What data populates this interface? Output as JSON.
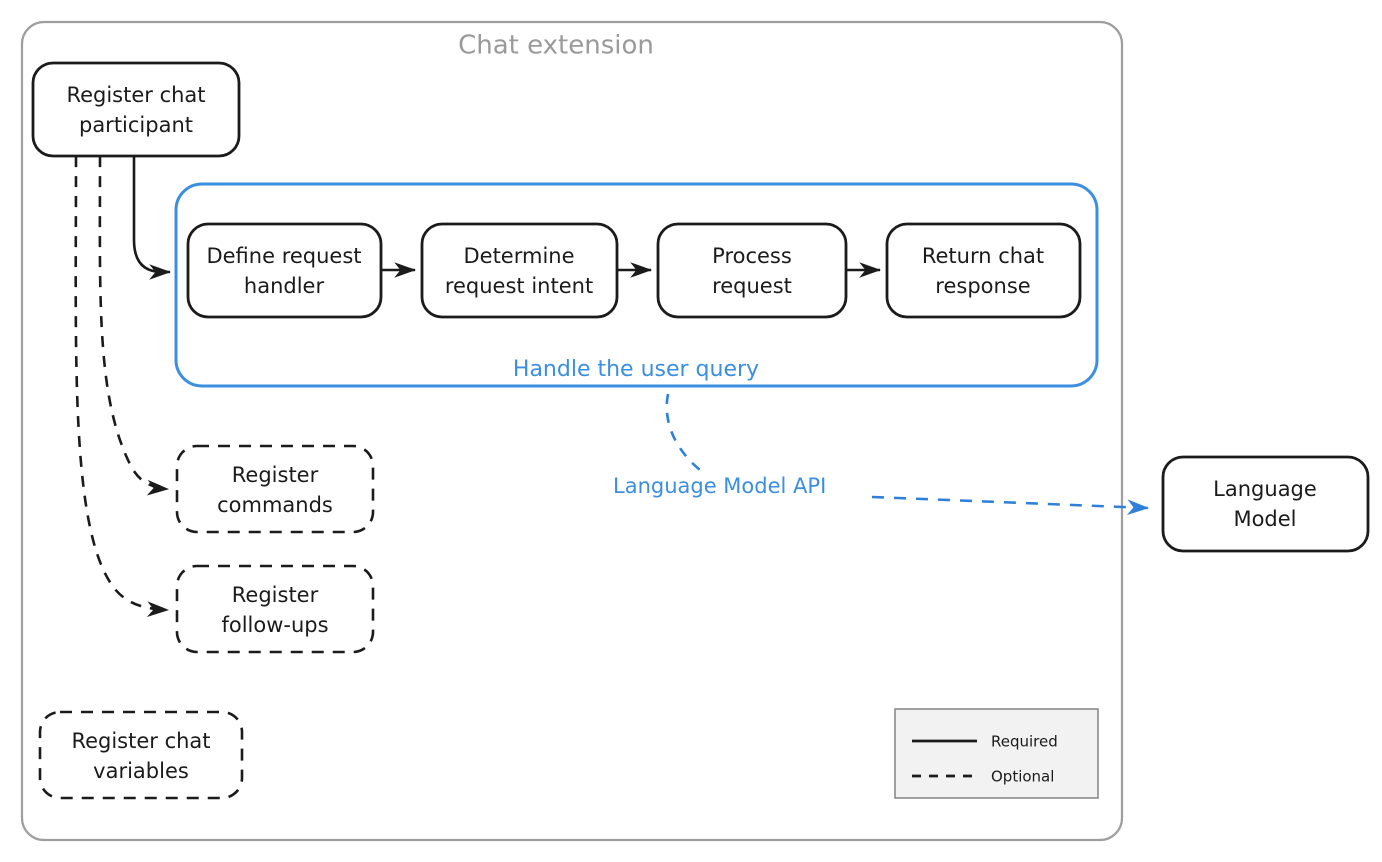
{
  "diagram": {
    "type": "flow-diagram",
    "title": "Chat extension",
    "title_color": "#9a9a9a",
    "accent_color": "#3b8fe0",
    "node_color": "#1b1b1b",
    "container_border_color": "#9e9e9e",
    "container": {
      "label": "Chat extension"
    },
    "nodes": {
      "register_participant": {
        "label_line1": "Register chat",
        "label_line2": "participant",
        "style": "solid"
      },
      "define_handler": {
        "label_line1": "Define request",
        "label_line2": "handler",
        "style": "solid"
      },
      "determine_intent": {
        "label_line1": "Determine",
        "label_line2": "request intent",
        "style": "solid"
      },
      "process_request": {
        "label_line1": "Process",
        "label_line2": "request",
        "style": "solid"
      },
      "return_response": {
        "label_line1": "Return chat",
        "label_line2": "response",
        "style": "solid"
      },
      "register_commands": {
        "label_line1": "Register",
        "label_line2": "commands",
        "style": "dashed"
      },
      "register_followups": {
        "label_line1": "Register",
        "label_line2": "follow-ups",
        "style": "dashed"
      },
      "register_variables": {
        "label_line1": "Register chat",
        "label_line2": "variables",
        "style": "dashed"
      },
      "language_model": {
        "label_line1": "Language",
        "label_line2": "Model",
        "style": "solid"
      }
    },
    "groups": {
      "handle_query": {
        "label": "Handle the user query",
        "color": "#3b8fe0"
      }
    },
    "edge_labels": {
      "language_model_api": "Language Model API"
    },
    "legend": {
      "required": "Required",
      "optional": "Optional",
      "background": "#f2f2f2",
      "border": "#8a8a8a"
    }
  }
}
